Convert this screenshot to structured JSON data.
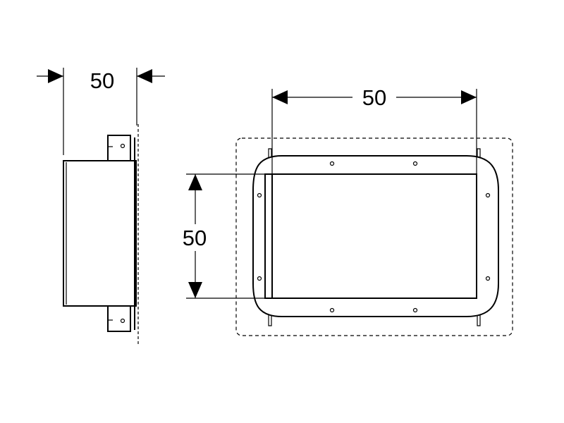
{
  "side_view": {
    "depth_label": "50"
  },
  "front_view": {
    "width_label": "50",
    "height_label": "50"
  }
}
